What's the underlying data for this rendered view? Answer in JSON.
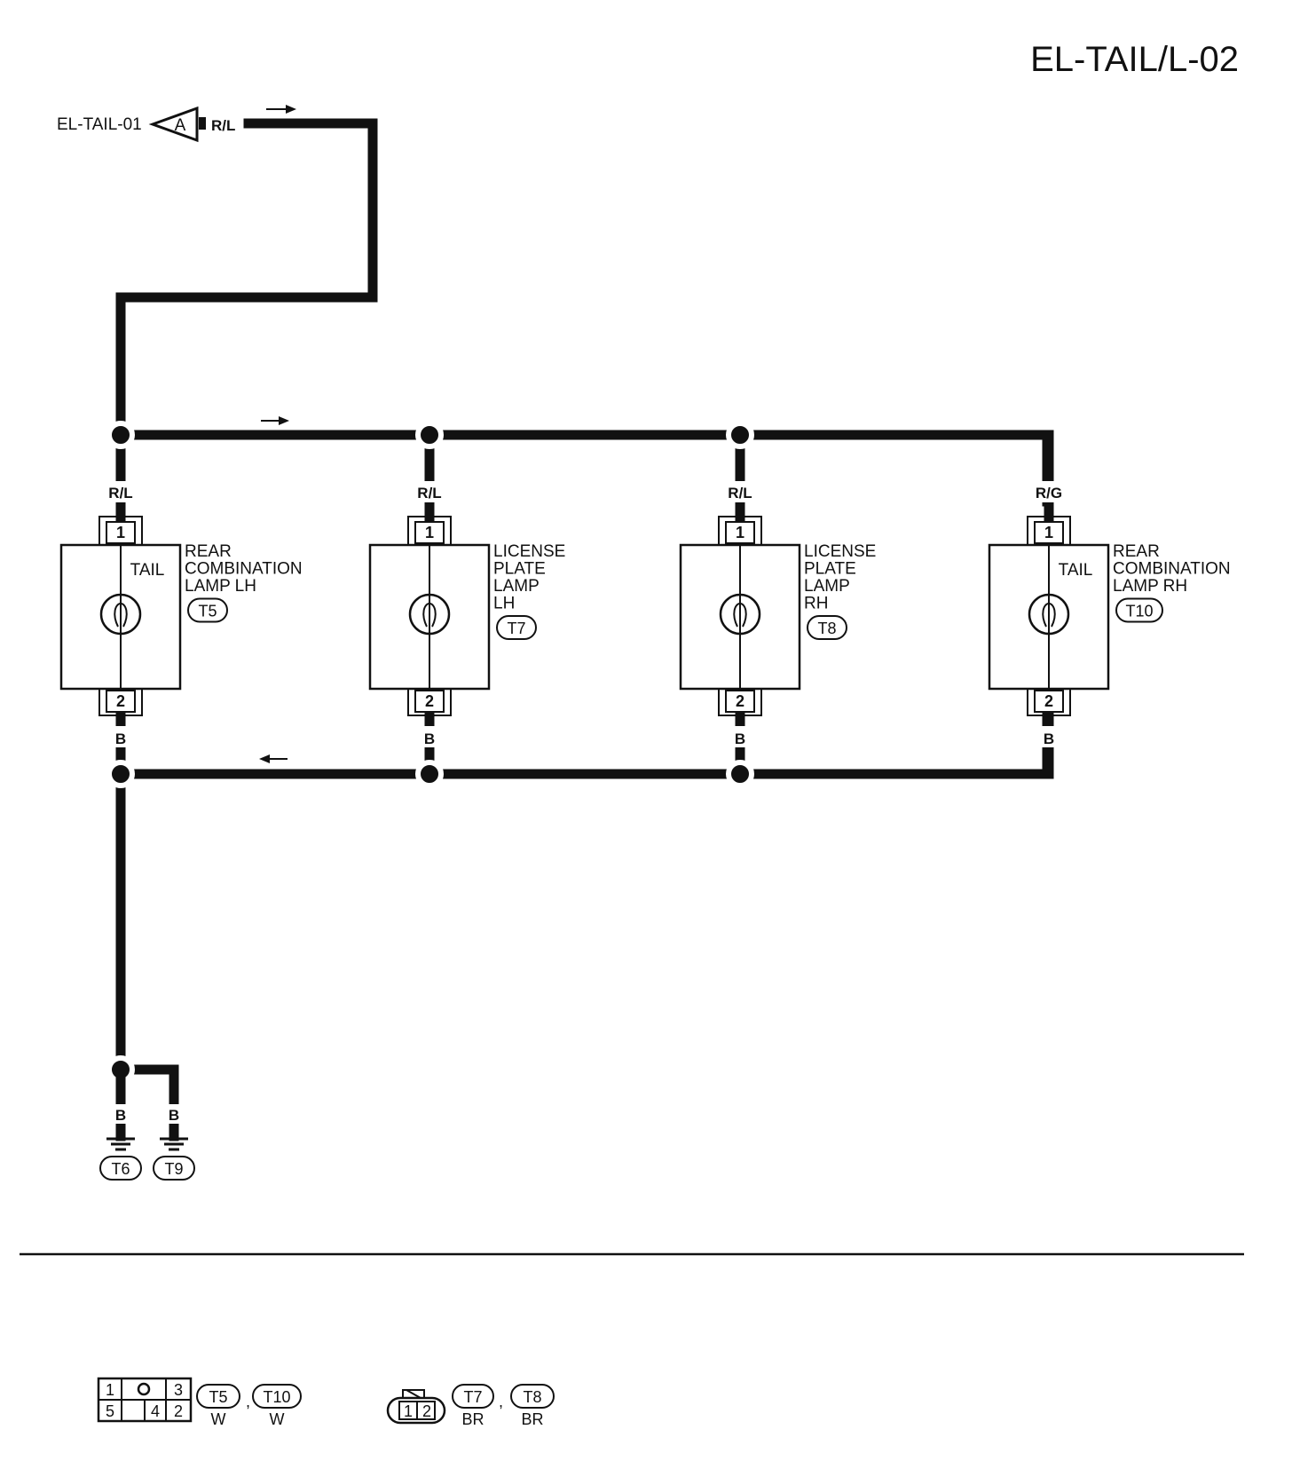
{
  "page_title": "EL-TAIL/L-02",
  "source": {
    "ref": "EL-TAIL-01",
    "connector": "A",
    "wire": "R/L"
  },
  "lamps": [
    {
      "label_lines": [
        "REAR",
        "COMBINATION",
        "LAMP LH"
      ],
      "inner": "TAIL",
      "id": "T5",
      "top_wire": "R/L",
      "bottom_wire": "B",
      "pin_top": "1",
      "pin_bottom": "2"
    },
    {
      "label_lines": [
        "LICENSE",
        "PLATE",
        "LAMP",
        "LH"
      ],
      "inner": "",
      "id": "T7",
      "top_wire": "R/L",
      "bottom_wire": "B",
      "pin_top": "1",
      "pin_bottom": "2"
    },
    {
      "label_lines": [
        "LICENSE",
        "PLATE",
        "LAMP",
        "RH"
      ],
      "inner": "",
      "id": "T8",
      "top_wire": "R/L",
      "bottom_wire": "B",
      "pin_top": "1",
      "pin_bottom": "2"
    },
    {
      "label_lines": [
        "REAR",
        "COMBINATION",
        "LAMP RH"
      ],
      "inner": "TAIL",
      "id": "T10",
      "top_wire": "R/G",
      "bottom_wire": "B",
      "pin_top": "1",
      "pin_bottom": "2"
    }
  ],
  "grounds": [
    {
      "wire": "B",
      "id": "T6"
    },
    {
      "wire": "B",
      "id": "T9"
    }
  ],
  "legend": {
    "conn_a": {
      "pins_top": [
        "1",
        "",
        "3"
      ],
      "pins_bottom": [
        "5",
        "",
        "4",
        "2"
      ],
      "items": [
        {
          "id": "T5",
          "color": "W"
        },
        {
          "id": "T10",
          "color": "W"
        }
      ]
    },
    "conn_b": {
      "pins": [
        "1",
        "2"
      ],
      "items": [
        {
          "id": "T7",
          "color": "BR"
        },
        {
          "id": "T8",
          "color": "BR"
        }
      ]
    },
    "separator": ","
  }
}
